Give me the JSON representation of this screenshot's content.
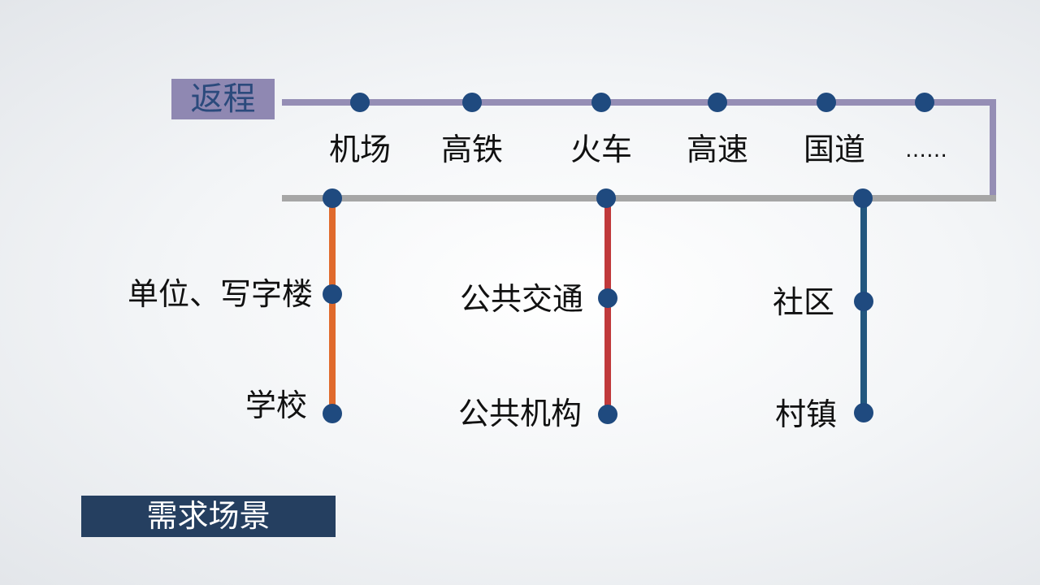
{
  "title": "返程",
  "footer": "需求场景",
  "colors": {
    "return_line": "#958eb5",
    "main_line": "#a6a6a6",
    "dot": "#1f4a7f",
    "branch1": "#e06a2c",
    "branch2": "#c0393b",
    "branch3": "#22577f"
  },
  "stops": [
    "机场",
    "高铁",
    "火车",
    "高速",
    "国道",
    "……"
  ],
  "branches": [
    {
      "items": [
        "单位、写字楼",
        "学校"
      ]
    },
    {
      "items": [
        "公共交通",
        "公共机构"
      ]
    },
    {
      "items": [
        "社区",
        "村镇"
      ]
    }
  ]
}
